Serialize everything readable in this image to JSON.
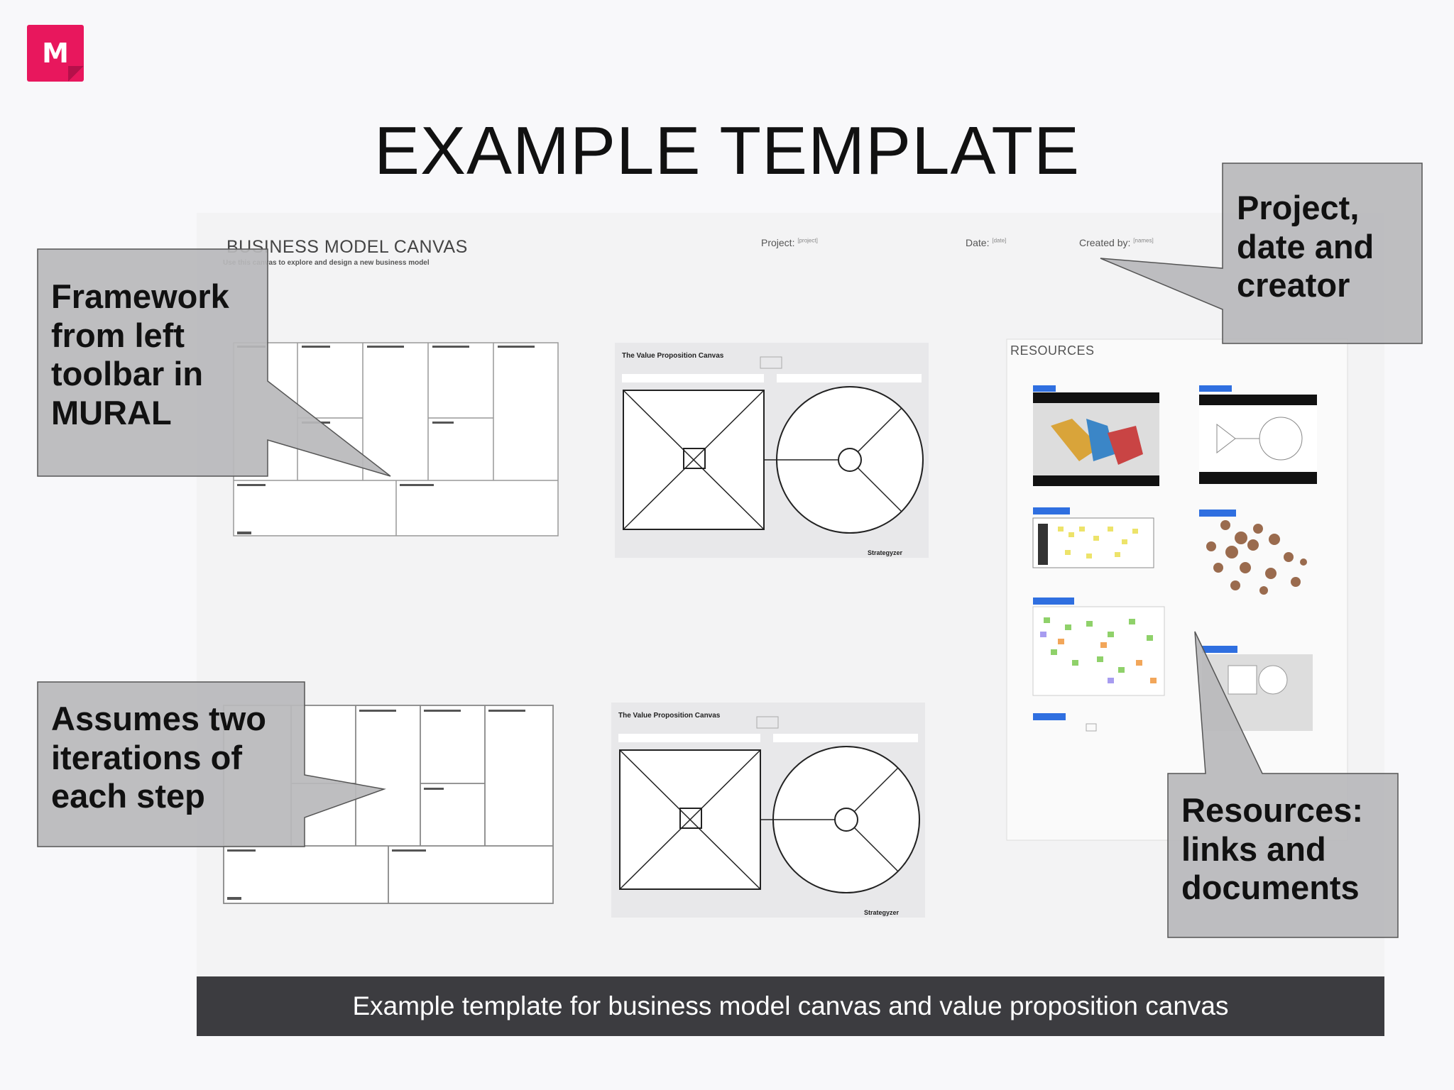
{
  "logo": {
    "letter": "M",
    "color": "#e8175d"
  },
  "title": "EXAMPLE TEMPLATE",
  "board": {
    "bmc_title": "BUSINESS MODEL CANVAS",
    "bmc_subtitle": "Use this canvas to explore and design a new business model",
    "project_label": "Project:",
    "project_value": "[project]",
    "date_label": "Date:",
    "date_value": "[date]",
    "created_label": "Created by:",
    "created_value": "[names]",
    "resources_title": "RESOURCES"
  },
  "callouts": {
    "framework": [
      "Framework",
      "from left",
      "toolbar in",
      "MURAL"
    ],
    "project": [
      "Project,",
      "date and",
      "creator"
    ],
    "iterations": [
      "Assumes two",
      "iterations of",
      "each step"
    ],
    "resources": [
      "Resources:",
      "links and",
      "documents"
    ]
  },
  "caption": "Example template for business model canvas and value proposition canvas"
}
